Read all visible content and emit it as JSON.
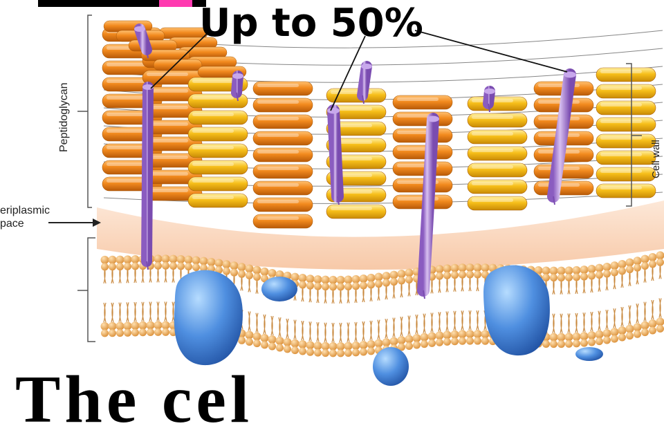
{
  "headline": "Up to 50%",
  "labels": {
    "peptidoglycan": "Peptidoglycan",
    "cell_wall": "Cell wall",
    "periplasmic_line1": "eriplasmic",
    "periplasmic_line2": "pace"
  },
  "bottom_text": "The cel",
  "colors": {
    "orange_chain": "#f28a1e",
    "yellow_chain": "#f7bf1a",
    "teichoic_acid": "#a77ad0",
    "membrane_protein": "#3f7fd0",
    "lipid_head": "#f0b060",
    "title_accent_pink": "#ff3ab0",
    "title_bar_black": "#000000"
  }
}
